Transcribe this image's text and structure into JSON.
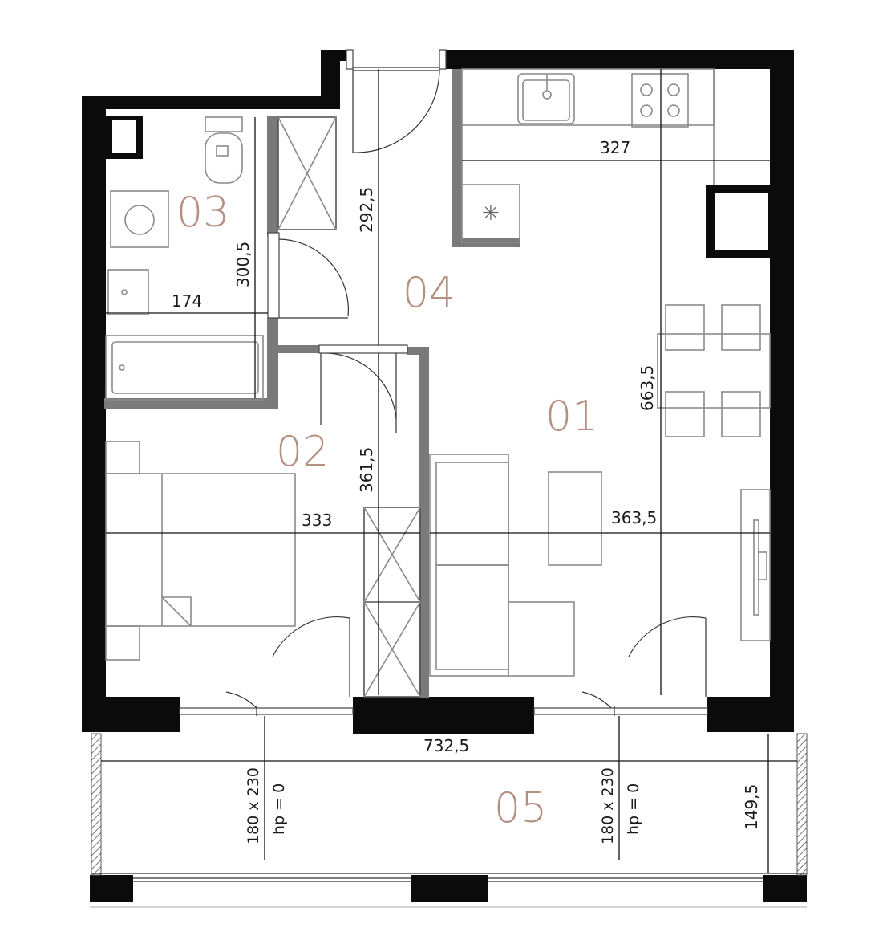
{
  "rooms": {
    "r01": "01",
    "r02": "02",
    "r03": "03",
    "r04": "04",
    "r05": "05"
  },
  "dimensions": {
    "kitchen_width": "327",
    "hall_length": "292,5",
    "bath_length": "300,5",
    "bath_width": "174",
    "living_length": "663,5",
    "bedroom_length": "361,5",
    "bedroom_width": "333",
    "living_width": "363,5",
    "balcony_width": "732,5",
    "balcony_depth": "149,5"
  },
  "doors": {
    "left_size": "180 x 230",
    "left_hp": "hp = 0",
    "right_size": "180 x 230",
    "right_hp": "hp = 0"
  },
  "colors": {
    "walls": "#0b0b0b",
    "inner_walls": "#7a7a7a",
    "room_label": "#b58f80"
  }
}
